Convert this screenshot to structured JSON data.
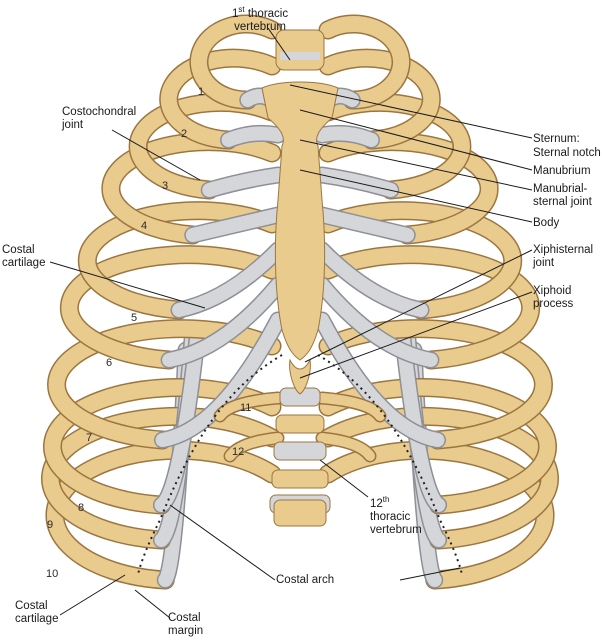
{
  "labels": {
    "first_vertebra": {
      "line1_base": "1",
      "line1_sup": "st",
      "line1_rest": " thoracic",
      "line2": "vertebrum"
    },
    "costochondral": {
      "line1": "Costochondral",
      "line2": "joint"
    },
    "sternum_heading": "Sternum:",
    "sternal_notch": "Sternal notch",
    "manubrium": "Manubrium",
    "manubrial_joint": {
      "line1": "Manubrial-",
      "line2": "sternal joint"
    },
    "body": "Body",
    "xiphisternal": {
      "line1": "Xiphisternal",
      "line2": "joint"
    },
    "xiphoid": {
      "line1": "Xiphoid",
      "line2": "process"
    },
    "costal_cartilage_upper": {
      "line1": "Costal",
      "line2": "cartilage"
    },
    "twelfth_vertebra": {
      "line1_base": "12",
      "line1_sup": "th",
      "line2": "thoracic",
      "line3": "vertebrum"
    },
    "costal_arch": "Costal arch",
    "costal_cartilage_lower": {
      "line1": "Costal",
      "line2": "cartilage"
    },
    "costal_margin": {
      "line1": "Costal",
      "line2": "margin"
    }
  },
  "rib_numbers": [
    "1",
    "2",
    "3",
    "4",
    "5",
    "6",
    "7",
    "8",
    "9",
    "10",
    "11",
    "12"
  ],
  "colors": {
    "bone": "#e9cb8e",
    "bone_outline": "#9c7640",
    "cartilage": "#d4d6da",
    "cartilage_outline": "#8e9096",
    "line": "#1a1a1a"
  }
}
